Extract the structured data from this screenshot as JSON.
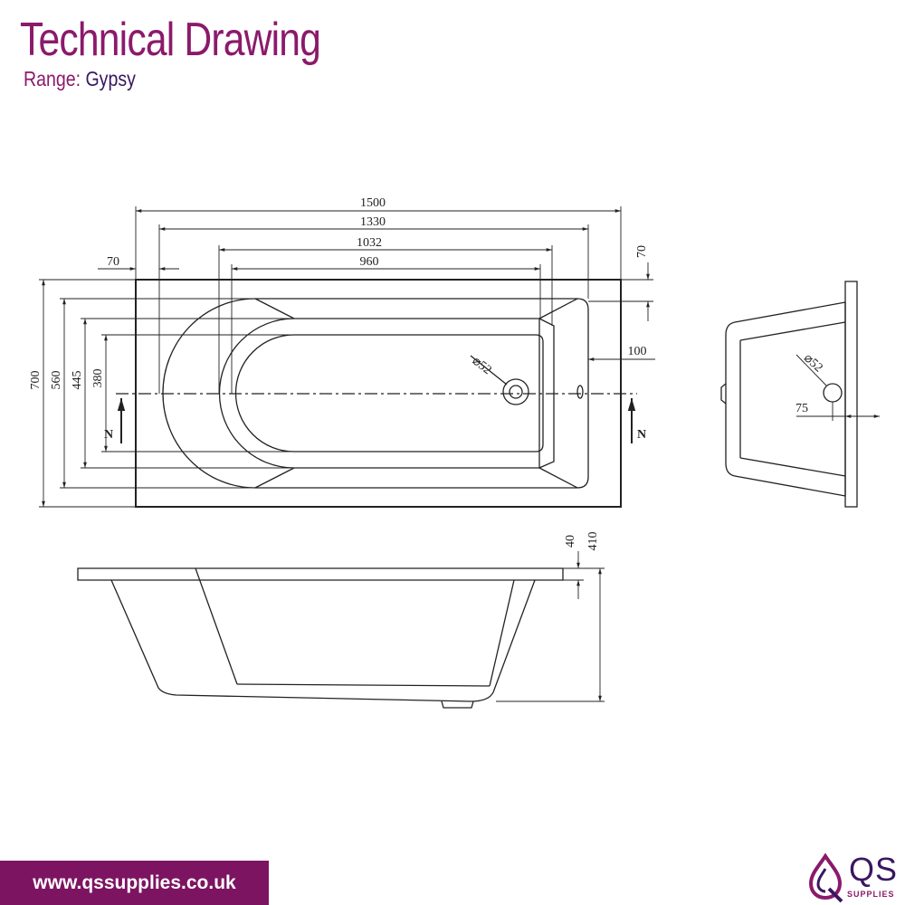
{
  "header": {
    "title": "Technical Drawing",
    "range_label": "Range:",
    "range_value": "Gypsy"
  },
  "dimensions": {
    "overall_length": "1500",
    "rim_length": "1330",
    "inner_length": "1032",
    "base_length": "960",
    "rim_width_side": "70",
    "rim_width_top": "70",
    "overall_width": "700",
    "rim_width": "560",
    "inner_width": "445",
    "base_width": "380",
    "waste_offset": "100",
    "waste_diameter_plan": "⌀52",
    "waste_diameter_end": "⌀52",
    "waste_offset_end": "75",
    "rim_thickness": "40",
    "depth": "410",
    "section_left": "N",
    "section_right": "N"
  },
  "footer": {
    "website": "www.qssupplies.co.uk"
  },
  "brand": {
    "logo_text": "QS",
    "logo_sub": "SUPPLIES",
    "primary_color": "#7d1462",
    "secondary_color": "#3a1760"
  }
}
